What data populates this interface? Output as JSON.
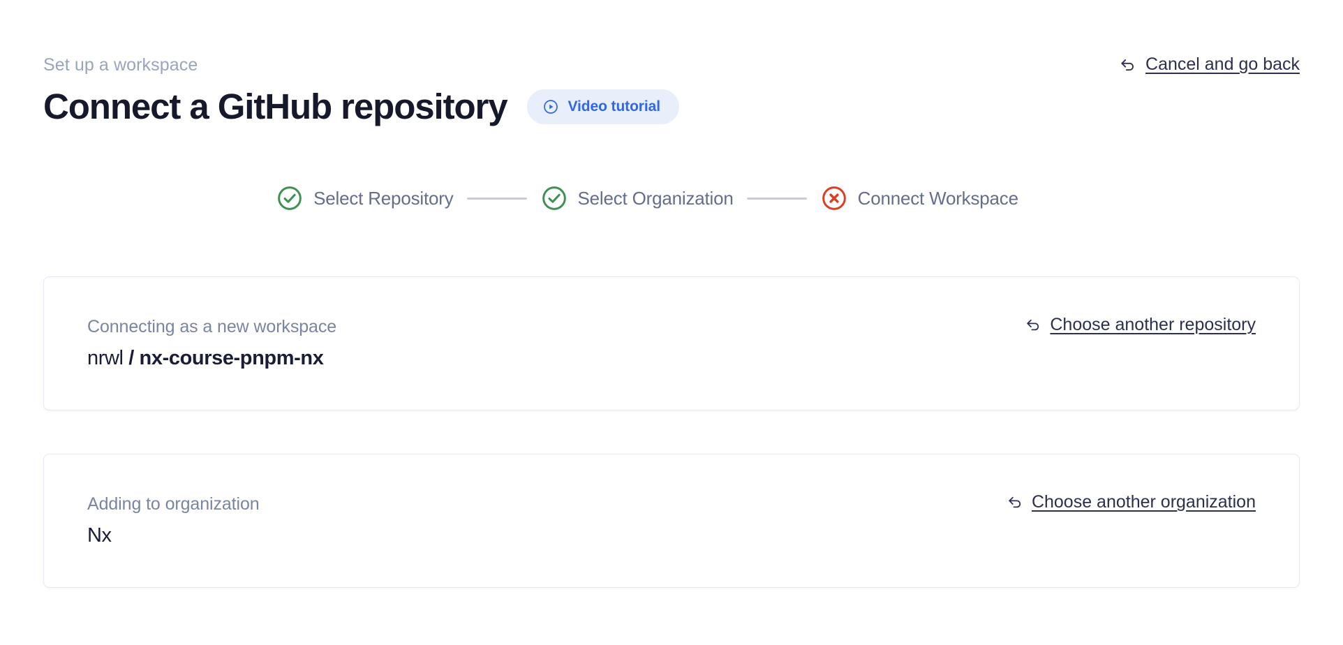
{
  "header": {
    "breadcrumb": "Set up a workspace",
    "title": "Connect a GitHub repository",
    "video_tutorial": {
      "label": "Video tutorial",
      "icon": "play-circle-icon",
      "text_color": "#2f66ea",
      "background_color": "#e9eefb"
    },
    "cancel": {
      "label": "Cancel and go back",
      "icon": "arrow-uturn-left-icon"
    }
  },
  "stepper": {
    "steps": [
      {
        "label": "Select Repository",
        "state": "complete",
        "icon": "check-circle-icon",
        "color": "#3f9153"
      },
      {
        "label": "Select Organization",
        "state": "complete",
        "icon": "check-circle-icon",
        "color": "#3f9153"
      },
      {
        "label": "Connect Workspace",
        "state": "error",
        "icon": "x-circle-icon",
        "color": "#dd3d24"
      }
    ],
    "connector_color": "#c7cddd",
    "label_color": "#646e8c"
  },
  "cards": [
    {
      "label": "Connecting as a new workspace",
      "value_owner": "nrwl ",
      "value_repo": "/ nx-course-pnpm-nx",
      "action": {
        "label": "Choose another repository",
        "icon": "arrow-uturn-left-icon"
      }
    },
    {
      "label": "Adding to organization",
      "value_plain": "Nx",
      "action": {
        "label": "Choose another organization",
        "icon": "arrow-uturn-left-icon"
      }
    }
  ]
}
